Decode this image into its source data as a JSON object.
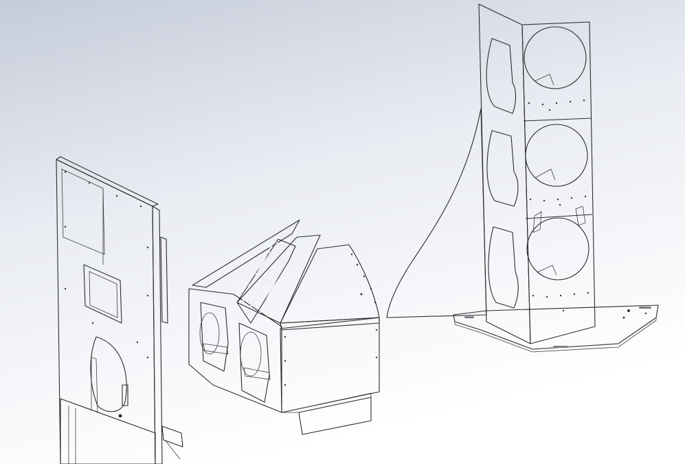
{
  "scene": {
    "background_top": "#c9d0dc",
    "background_bottom": "#ffffff",
    "part_fill": "#f4f5f8",
    "part_shade": "#dfe1e8",
    "part_dark": "#a7a8ae",
    "lens_tint": "#c3c6e6",
    "outline": "#2a2a2a"
  },
  "models": [
    {
      "id": "left-panel"
    },
    {
      "id": "center-assembly"
    },
    {
      "id": "right-tower"
    }
  ]
}
